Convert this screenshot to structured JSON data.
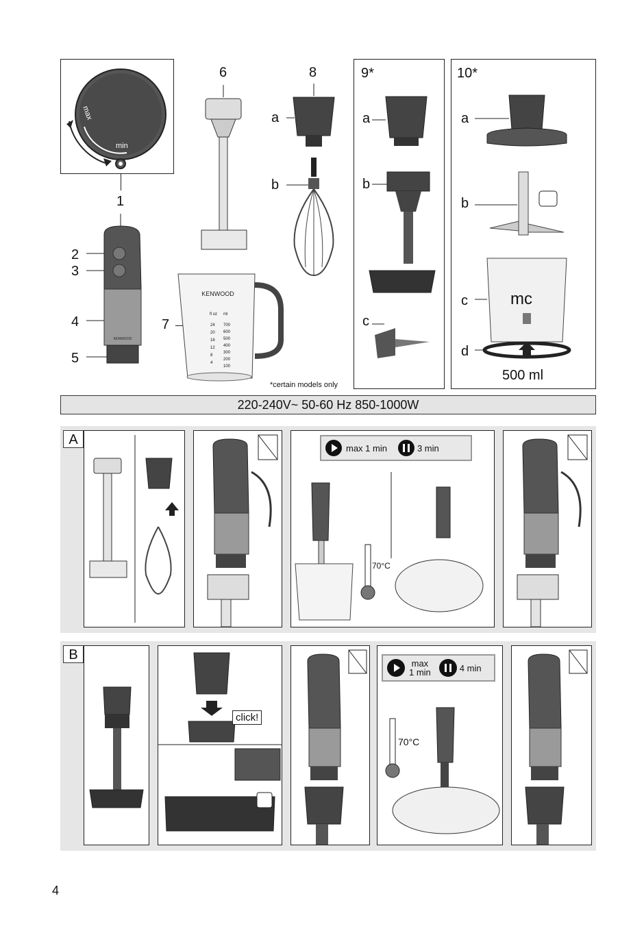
{
  "parts": {
    "dial": {
      "max": "max",
      "min": "min"
    },
    "numbers": {
      "n1": "1",
      "n2": "2",
      "n3": "3",
      "n4": "4",
      "n5": "5",
      "n6": "6",
      "n7": "7",
      "n8": "8"
    },
    "box9": {
      "title": "9*",
      "a": "a",
      "b": "b",
      "c": "c"
    },
    "box10": {
      "title": "10*",
      "a": "a",
      "b": "b",
      "c": "c",
      "d": "d",
      "mc": "mc",
      "capacity": "500 ml"
    },
    "whisk": {
      "a": "a",
      "b": "b"
    },
    "brand": "KENWOOD",
    "jug_units": {
      "floz": "fl oz",
      "ml": "ml"
    },
    "jug_scale": [
      "24",
      "20",
      "16",
      "12",
      "8",
      "4"
    ],
    "jug_ml": [
      "700",
      "600",
      "500",
      "400",
      "300",
      "200",
      "100"
    ],
    "footnote": "*certain models only"
  },
  "voltage": "220-240V~  50-60 Hz  850-1000W",
  "sectionA": {
    "label": "A",
    "timer": {
      "run": "max 1 min",
      "pause": "3 min"
    },
    "temp": "70°C"
  },
  "sectionB": {
    "label": "B",
    "click": "click!",
    "timer": {
      "run_top": "max",
      "run_bottom": "1 min",
      "pause": "4 min"
    },
    "temp": "70°C"
  },
  "page_number": "4",
  "colors": {
    "body": "#555555",
    "dark": "#333333",
    "light": "#e6e6e6",
    "metal": "#d9d9d9"
  }
}
